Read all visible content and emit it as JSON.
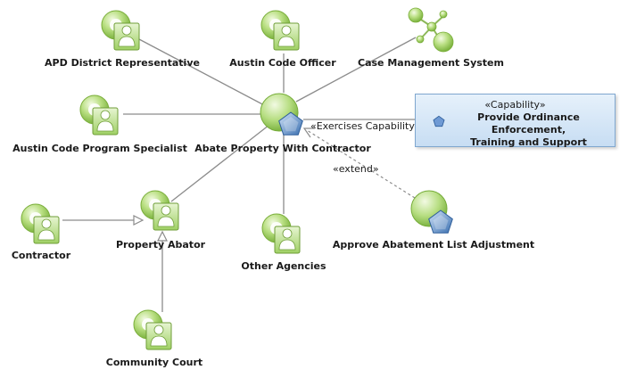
{
  "nodes": {
    "apd_district_representative": "APD District Representative",
    "austin_code_officer": "Austin Code Officer",
    "case_management_system": "Case Management System",
    "austin_code_program_specialist": "Austin Code Program Specialist",
    "abate_property_with_contractor": "Abate Property With Contractor",
    "contractor": "Contractor",
    "property_abator": "Property Abator",
    "other_agencies": "Other Agencies",
    "approve_abatement_list_adjustment": "Approve Abatement List Adjustment",
    "community_court": "Community Court"
  },
  "capability": {
    "stereotype": "«Capability»",
    "title_line1": "Provide Ordinance Enforcement,",
    "title_line2": "Training and Support"
  },
  "edge_labels": {
    "exercises": "«Exercises Capability»",
    "extend": "«extend»"
  }
}
